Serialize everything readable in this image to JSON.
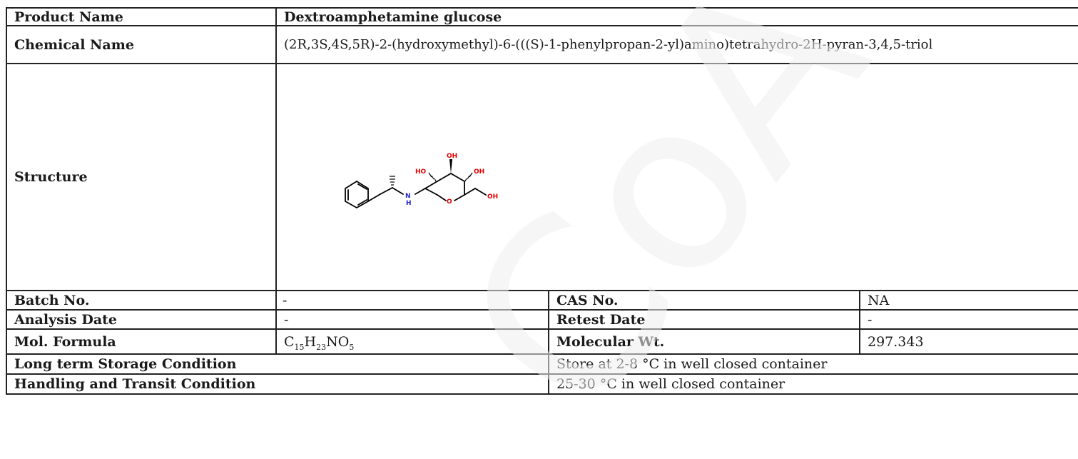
{
  "document": {
    "product_name_label": "Product Name",
    "product_name": "Dextroamphetamine glucose",
    "chemical_name_label": "Chemical Name",
    "chemical_name": "(2R,3S,4S,5R)-2-(hydroxymethyl)-6-(((S)-1-phenylpropan-2-yl)amino)tetrahydro-2H-pyran-3,4,5-triol",
    "structure_label": "Structure",
    "structure_atoms": {
      "oh_top": "OH",
      "ho_left": "HO",
      "oh_right": "OH",
      "oh_ch2": "OH",
      "n": "N",
      "h": "H",
      "o_ring": "O"
    },
    "batch_no_label": "Batch No.",
    "batch_no": "-",
    "cas_no_label": "CAS No.",
    "cas_no": "NA",
    "analysis_date_label": "Analysis Date",
    "analysis_date": "-",
    "retest_date_label": "Retest Date",
    "retest_date": "-",
    "mol_formula_label": "Mol. Formula",
    "mol_formula": {
      "c": "C",
      "c_n": "15",
      "h": "H",
      "h_n": "23",
      "rest": "NO",
      "o_n": "5"
    },
    "mol_wt_label": "Molecular Wt.",
    "mol_wt": "297.343",
    "storage_label": "Long term Storage Condition",
    "storage": "Store at 2-8 °C in well closed container",
    "handling_label": "Handling and Transit Condition",
    "handling": "25-30 °C in well closed container"
  },
  "watermark_text": "CoA",
  "colors": {
    "oxygen": "#e00000",
    "nitrogen": "#2020d0",
    "watermark": "#eeeeee",
    "border": "#222222"
  }
}
